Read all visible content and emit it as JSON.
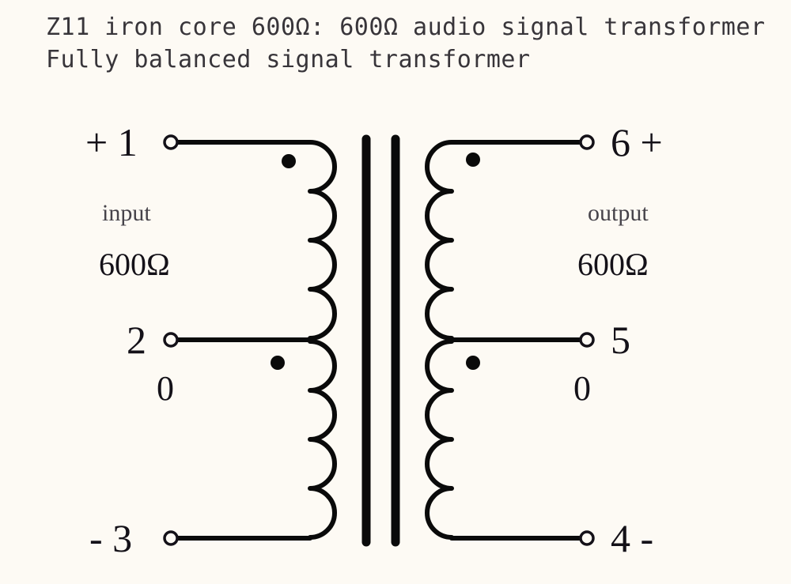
{
  "page": {
    "background_color": "#fdfaf4",
    "ink_color": "#141118",
    "title_color": "#38353a"
  },
  "title": {
    "line1": "Z11 iron core 600Ω: 600Ω  audio signal transformer",
    "line2": "Fully balanced signal transformer"
  },
  "diagram": {
    "type": "transformer-schematic",
    "core": {
      "name": "iron-core",
      "bars": 2,
      "bar_color": "#0a0a0a"
    },
    "primary": {
      "side": "left",
      "side_word": "input",
      "impedance": "600Ω",
      "center_tap_label": "0",
      "terminals": [
        {
          "id": "t1",
          "label": "+ 1",
          "position": "top-left"
        },
        {
          "id": "t2",
          "label": "2",
          "position": "middle-left"
        },
        {
          "id": "t3",
          "label": "- 3",
          "position": "bottom-left"
        }
      ],
      "coil_sections": 2,
      "arcs_per_section": 4,
      "polarity_dots": 2
    },
    "secondary": {
      "side": "right",
      "side_word": "output",
      "impedance": "600Ω",
      "center_tap_label": "0",
      "terminals": [
        {
          "id": "t6",
          "label": "6 +",
          "position": "top-right"
        },
        {
          "id": "t5",
          "label": "5",
          "position": "middle-right"
        },
        {
          "id": "t4",
          "label": "4 -",
          "position": "bottom-right"
        }
      ],
      "coil_sections": 2,
      "arcs_per_section": 4,
      "polarity_dots": 2
    }
  }
}
